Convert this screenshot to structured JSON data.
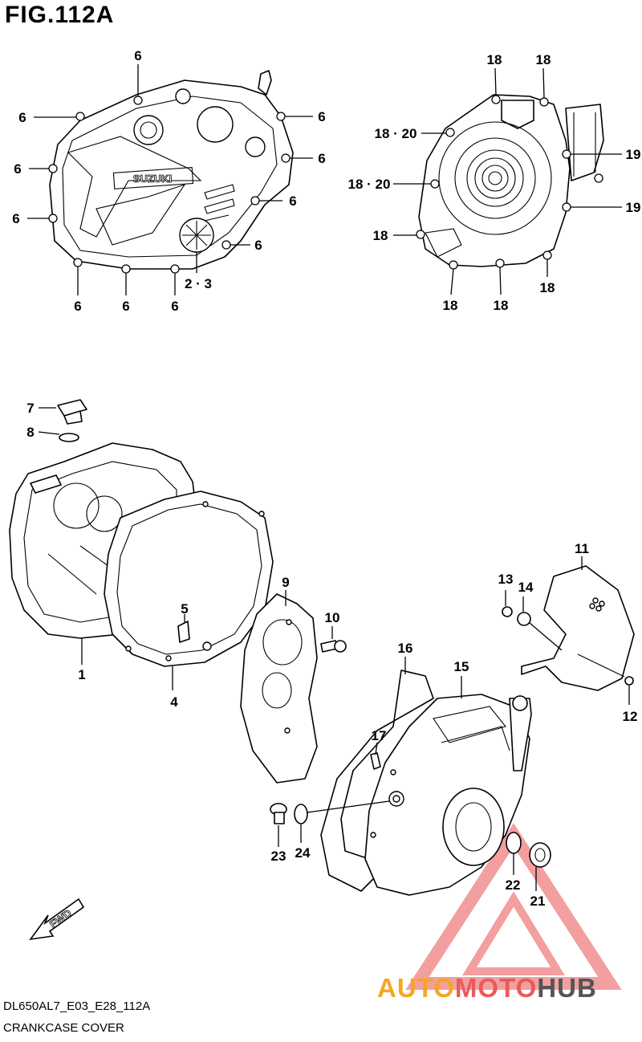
{
  "figure": {
    "title": "FIG.112A"
  },
  "callouts": {
    "c6": "6",
    "c23": "2 · 3",
    "c18": "18",
    "c1820": "18 · 20",
    "c19": "19",
    "c1": "1",
    "c4": "4",
    "c5": "5",
    "c7": "7",
    "c8": "8",
    "c9": "9",
    "c10": "10",
    "c11": "11",
    "c12": "12",
    "c13": "13",
    "c14": "14",
    "c15": "15",
    "c16": "16",
    "c17": "17",
    "c21": "21",
    "c22": "22",
    "c23b": "23",
    "c24": "24"
  },
  "clutch_cover_brand": "SUZUKI",
  "fwd_label": "FWD",
  "footer": {
    "code": "DL650AL7_E03_E28_112A",
    "name": "CRANKCASE COVER"
  },
  "watermark": {
    "part1": "AUTO",
    "part2": "MOTO",
    "part3": "HUB",
    "colors": {
      "triangle": "#f08080",
      "auto": "#f5a623",
      "moto": "#ea5a5a",
      "hub": "#555555"
    }
  },
  "icons": [
    "fwd-arrow-icon",
    "automotohub-logo-icon"
  ]
}
